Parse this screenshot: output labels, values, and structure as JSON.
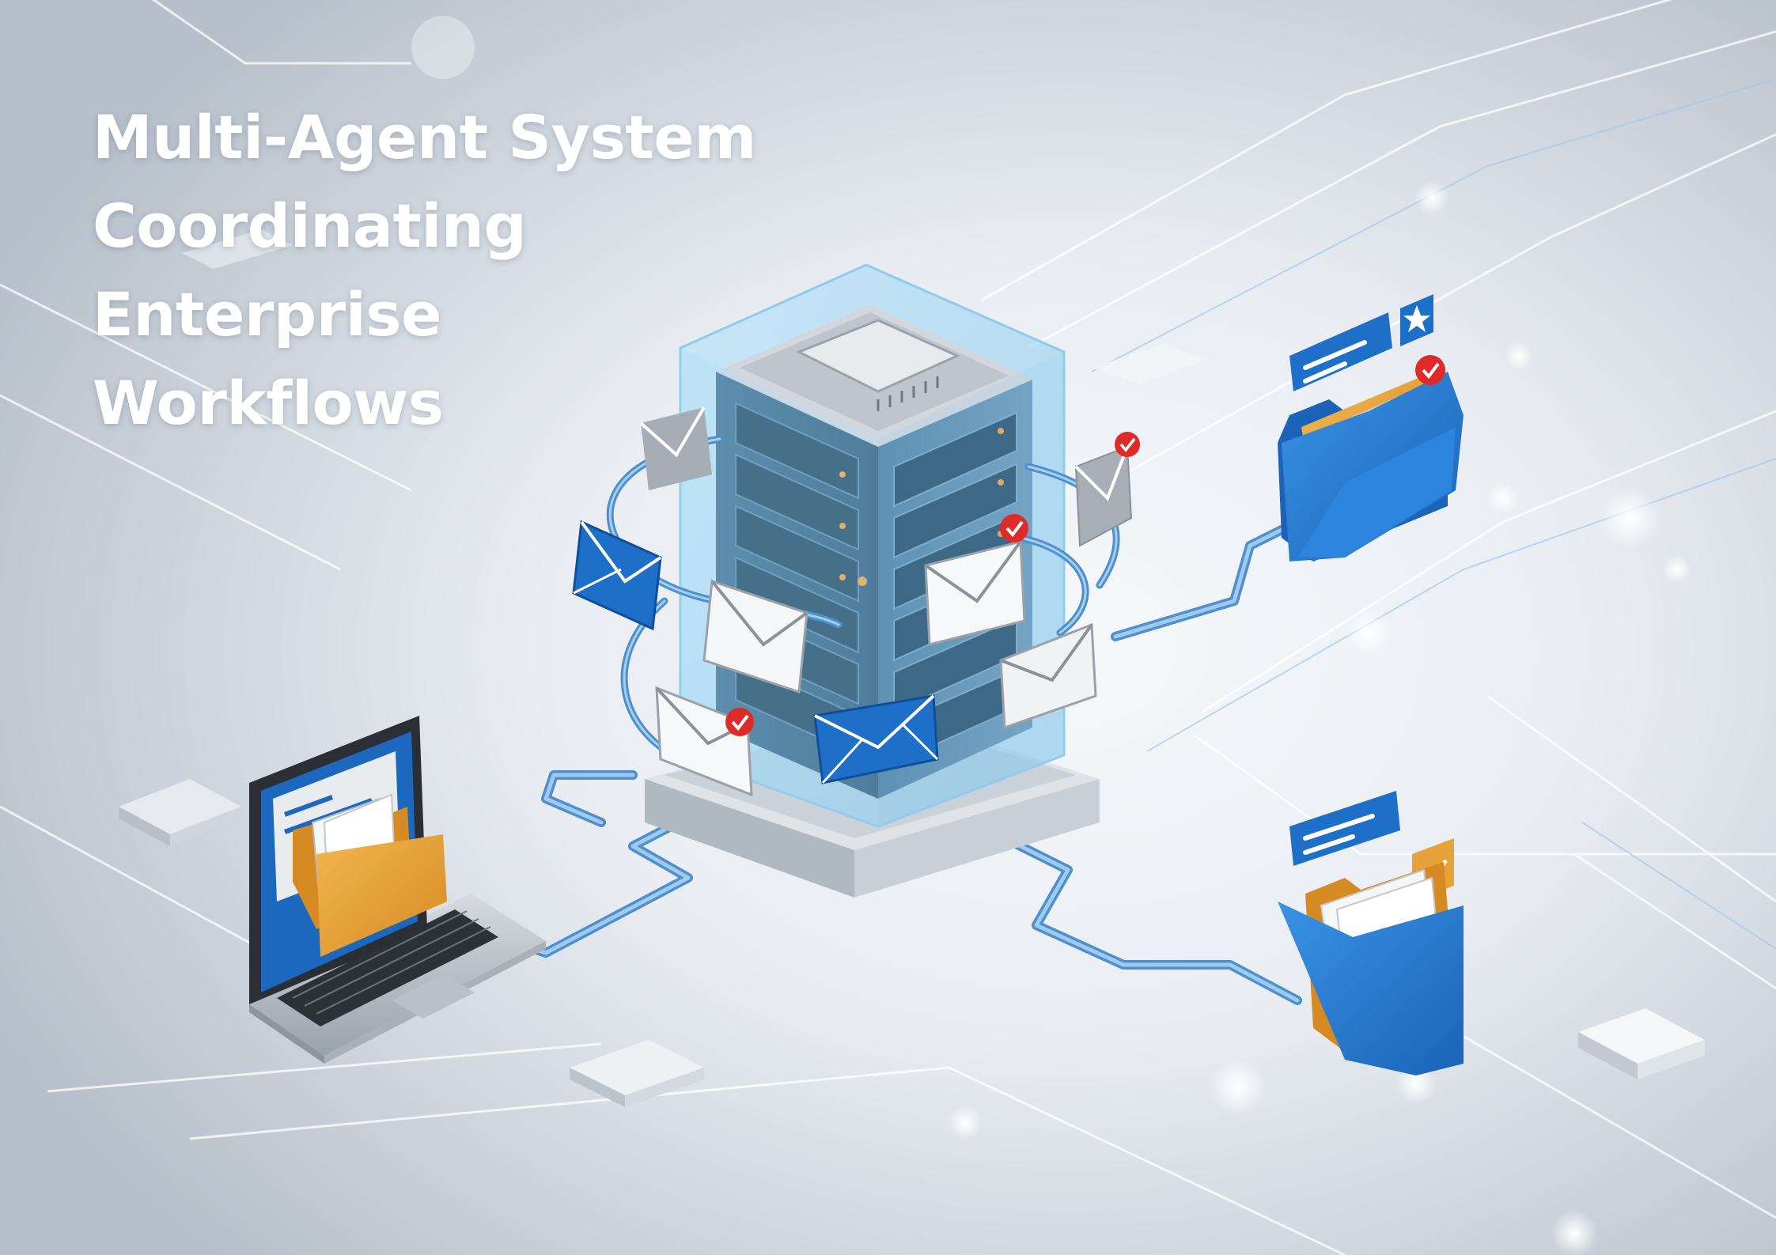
{
  "headline": {
    "line1": "Multi-Agent System",
    "line2": "Coordinating",
    "line3": "Enterprise",
    "line4": "Workflows"
  },
  "colors": {
    "brand_blue": "#1e6fc8",
    "cable_blue": "#5aa0dd",
    "folder_orange": "#e7a33a",
    "alert_red": "#e02a2a",
    "server_glass": "#9fd2ef",
    "background": "#e9edf2"
  },
  "icons": [
    "server-rack-icon",
    "envelope-icon",
    "folder-icon",
    "laptop-icon",
    "check-badge-icon",
    "star-icon",
    "message-card-icon"
  ]
}
